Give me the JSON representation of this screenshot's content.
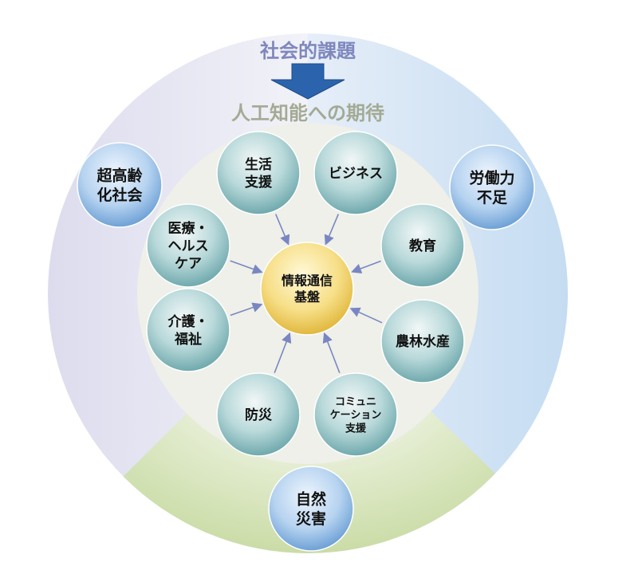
{
  "header": {
    "challenge": "社会的課題",
    "expectation": "人工知能への期待"
  },
  "center": {
    "lines": [
      "情報通信",
      "基盤"
    ]
  },
  "fields": [
    {
      "id": "life-support",
      "lines": [
        "生活",
        "支援"
      ]
    },
    {
      "id": "business",
      "lines": [
        "ビジネス"
      ]
    },
    {
      "id": "education",
      "lines": [
        "教育"
      ]
    },
    {
      "id": "agriculture",
      "lines": [
        "農林水産"
      ]
    },
    {
      "id": "communication-support",
      "lines": [
        "コミュニ",
        "ケーション",
        "支援"
      ]
    },
    {
      "id": "disaster-prevention",
      "lines": [
        "防災"
      ]
    },
    {
      "id": "nursing-welfare",
      "lines": [
        "介護・",
        "福祉"
      ]
    },
    {
      "id": "medical-healthcare",
      "lines": [
        "医療・",
        "ヘルス",
        "ケア"
      ]
    }
  ],
  "issues": [
    {
      "id": "aging-society",
      "lines": [
        "超高齢",
        "化社会"
      ]
    },
    {
      "id": "labor-shortage",
      "lines": [
        "労働力",
        "不足"
      ]
    },
    {
      "id": "natural-disaster",
      "lines": [
        "自然",
        "災害"
      ]
    }
  ],
  "colors": {
    "arrow": "#2b64ad",
    "title": "#7f87bd",
    "subtitle": "#a3aa94",
    "connector": "#7a86c2"
  }
}
